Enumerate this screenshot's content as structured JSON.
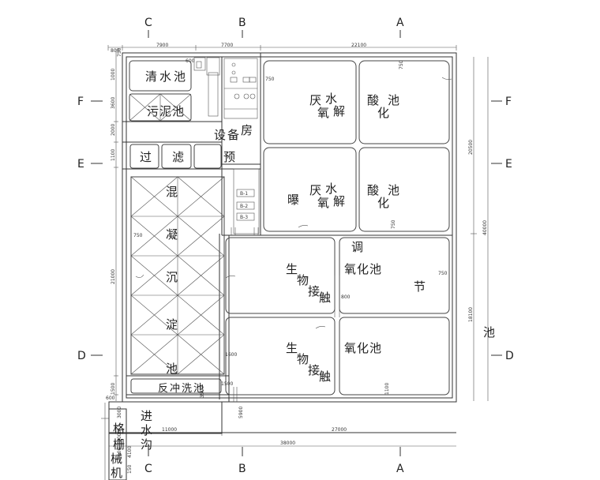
{
  "axes": {
    "columns": [
      "C",
      "B",
      "A"
    ],
    "rows": [
      "F",
      "E",
      "D"
    ]
  },
  "dimensions": {
    "top": [
      "800",
      "7900",
      "7700",
      "22100"
    ],
    "left": [
      "750",
      "1000",
      "3600",
      "2000",
      "1100",
      "21000",
      "1500",
      "600"
    ],
    "right": [
      "20500",
      "40000",
      "18100"
    ],
    "bottom": [
      "11000",
      "27000",
      "38000"
    ],
    "misc": [
      "750",
      "750",
      "750",
      "800",
      "750",
      "750",
      "1600",
      "1500",
      "1100",
      "5900",
      "3000",
      "5000",
      "1500",
      "3500",
      "4100",
      "150",
      "600"
    ]
  },
  "rooms": {
    "clear_water": [
      "清",
      "水",
      "池"
    ],
    "sludge": [
      "污",
      "泥",
      "池"
    ],
    "filter": [
      "过",
      "滤"
    ],
    "equipment": [
      "设",
      "备",
      "房"
    ],
    "pre": "预",
    "coag": [
      "混",
      "凝",
      "沉",
      "淀",
      "池"
    ],
    "backwash": [
      "反",
      "冲",
      "洗",
      "池"
    ],
    "anaerobic_upper": [
      "厌",
      "氧",
      "水",
      "解",
      "酸",
      "化",
      "池"
    ],
    "aeration": "曝",
    "anaerobic_lower": [
      "厌",
      "氧",
      "水",
      "解",
      "酸",
      "化",
      "池"
    ],
    "regulate": [
      "调",
      "节",
      "池"
    ],
    "bio_upper": [
      "生",
      "物",
      "接",
      "触",
      "氧",
      "化",
      "池"
    ],
    "bio_lower": [
      "生",
      "物",
      "接",
      "触",
      "氧",
      "化",
      "池"
    ],
    "inlet": [
      "进",
      "水",
      "沟"
    ],
    "grille": [
      "机",
      "械",
      "格",
      "栅"
    ]
  },
  "equipment_tags": [
    "B-1",
    "B-2",
    "B-3"
  ]
}
